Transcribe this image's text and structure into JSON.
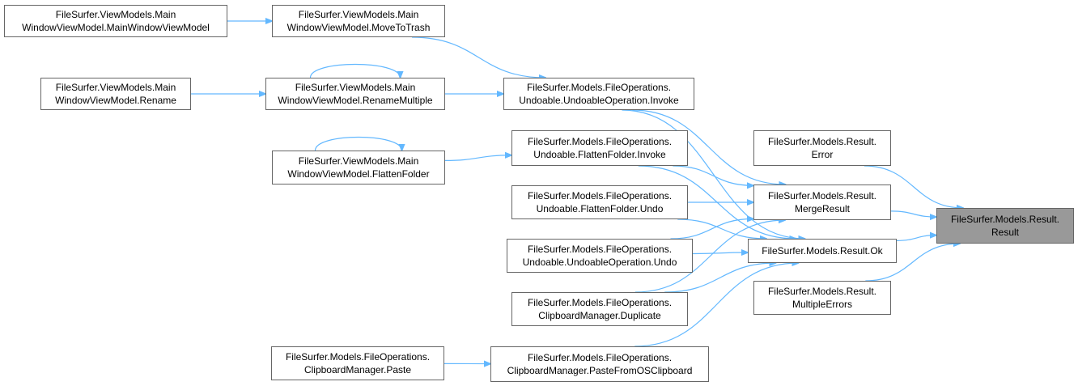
{
  "colors": {
    "edge": "#63b8ff",
    "node_border": "#666666",
    "focus_fill": "#999999"
  },
  "nodes": {
    "mainwindowviewmodel": [
      "FileSurfer.ViewModels.Main",
      "WindowViewModel.MainWindowViewModel"
    ],
    "movetotrash": [
      "FileSurfer.ViewModels.Main",
      "WindowViewModel.MoveToTrash"
    ],
    "rename": [
      "FileSurfer.ViewModels.Main",
      "WindowViewModel.Rename"
    ],
    "renamemultiple": [
      "FileSurfer.ViewModels.Main",
      "WindowViewModel.RenameMultiple"
    ],
    "flattenfolder": [
      "FileSurfer.ViewModels.Main",
      "WindowViewModel.FlattenFolder"
    ],
    "undoableoperation_invoke": [
      "FileSurfer.Models.FileOperations.",
      "Undoable.UndoableOperation.Invoke"
    ],
    "flattenfolder_invoke": [
      "FileSurfer.Models.FileOperations.",
      "Undoable.FlattenFolder.Invoke"
    ],
    "flattenfolder_undo": [
      "FileSurfer.Models.FileOperations.",
      "Undoable.FlattenFolder.Undo"
    ],
    "undoableoperation_undo": [
      "FileSurfer.Models.FileOperations.",
      "Undoable.UndoableOperation.Undo"
    ],
    "clipboard_duplicate": [
      "FileSurfer.Models.FileOperations.",
      "ClipboardManager.Duplicate"
    ],
    "clipboard_paste": [
      "FileSurfer.Models.FileOperations.",
      "ClipboardManager.Paste"
    ],
    "clipboard_pastefromos": [
      "FileSurfer.Models.FileOperations.",
      "ClipboardManager.PasteFromOSClipboard"
    ],
    "result_error": [
      "FileSurfer.Models.Result.",
      "Error"
    ],
    "result_mergeresult": [
      "FileSurfer.Models.Result.",
      "MergeResult"
    ],
    "result_ok": [
      "FileSurfer.Models.Result.Ok"
    ],
    "result_multipleerrors": [
      "FileSurfer.Models.Result.",
      "MultipleErrors"
    ],
    "result_result": [
      "FileSurfer.Models.Result.",
      "Result"
    ]
  },
  "edges": [
    [
      "result_error",
      "result_result"
    ],
    [
      "result_mergeresult",
      "result_result"
    ],
    [
      "result_ok",
      "result_result"
    ],
    [
      "result_multipleerrors",
      "result_result"
    ],
    [
      "undoableoperation_invoke",
      "result_mergeresult"
    ],
    [
      "undoableoperation_invoke",
      "result_ok"
    ],
    [
      "flattenfolder_invoke",
      "result_mergeresult"
    ],
    [
      "flattenfolder_invoke",
      "result_ok"
    ],
    [
      "flattenfolder_undo",
      "result_mergeresult"
    ],
    [
      "flattenfolder_undo",
      "result_ok"
    ],
    [
      "undoableoperation_undo",
      "result_mergeresult"
    ],
    [
      "undoableoperation_undo",
      "result_ok"
    ],
    [
      "clipboard_duplicate",
      "result_mergeresult"
    ],
    [
      "clipboard_duplicate",
      "result_ok"
    ],
    [
      "clipboard_pastefromos",
      "result_ok"
    ],
    [
      "movetotrash",
      "undoableoperation_invoke"
    ],
    [
      "renamemultiple",
      "undoableoperation_invoke"
    ],
    [
      "flattenfolder",
      "flattenfolder_invoke"
    ],
    [
      "mainwindowviewmodel",
      "movetotrash"
    ],
    [
      "rename",
      "renamemultiple"
    ],
    [
      "renamemultiple",
      "renamemultiple"
    ],
    [
      "flattenfolder",
      "flattenfolder"
    ],
    [
      "clipboard_paste",
      "clipboard_pastefromos"
    ]
  ]
}
